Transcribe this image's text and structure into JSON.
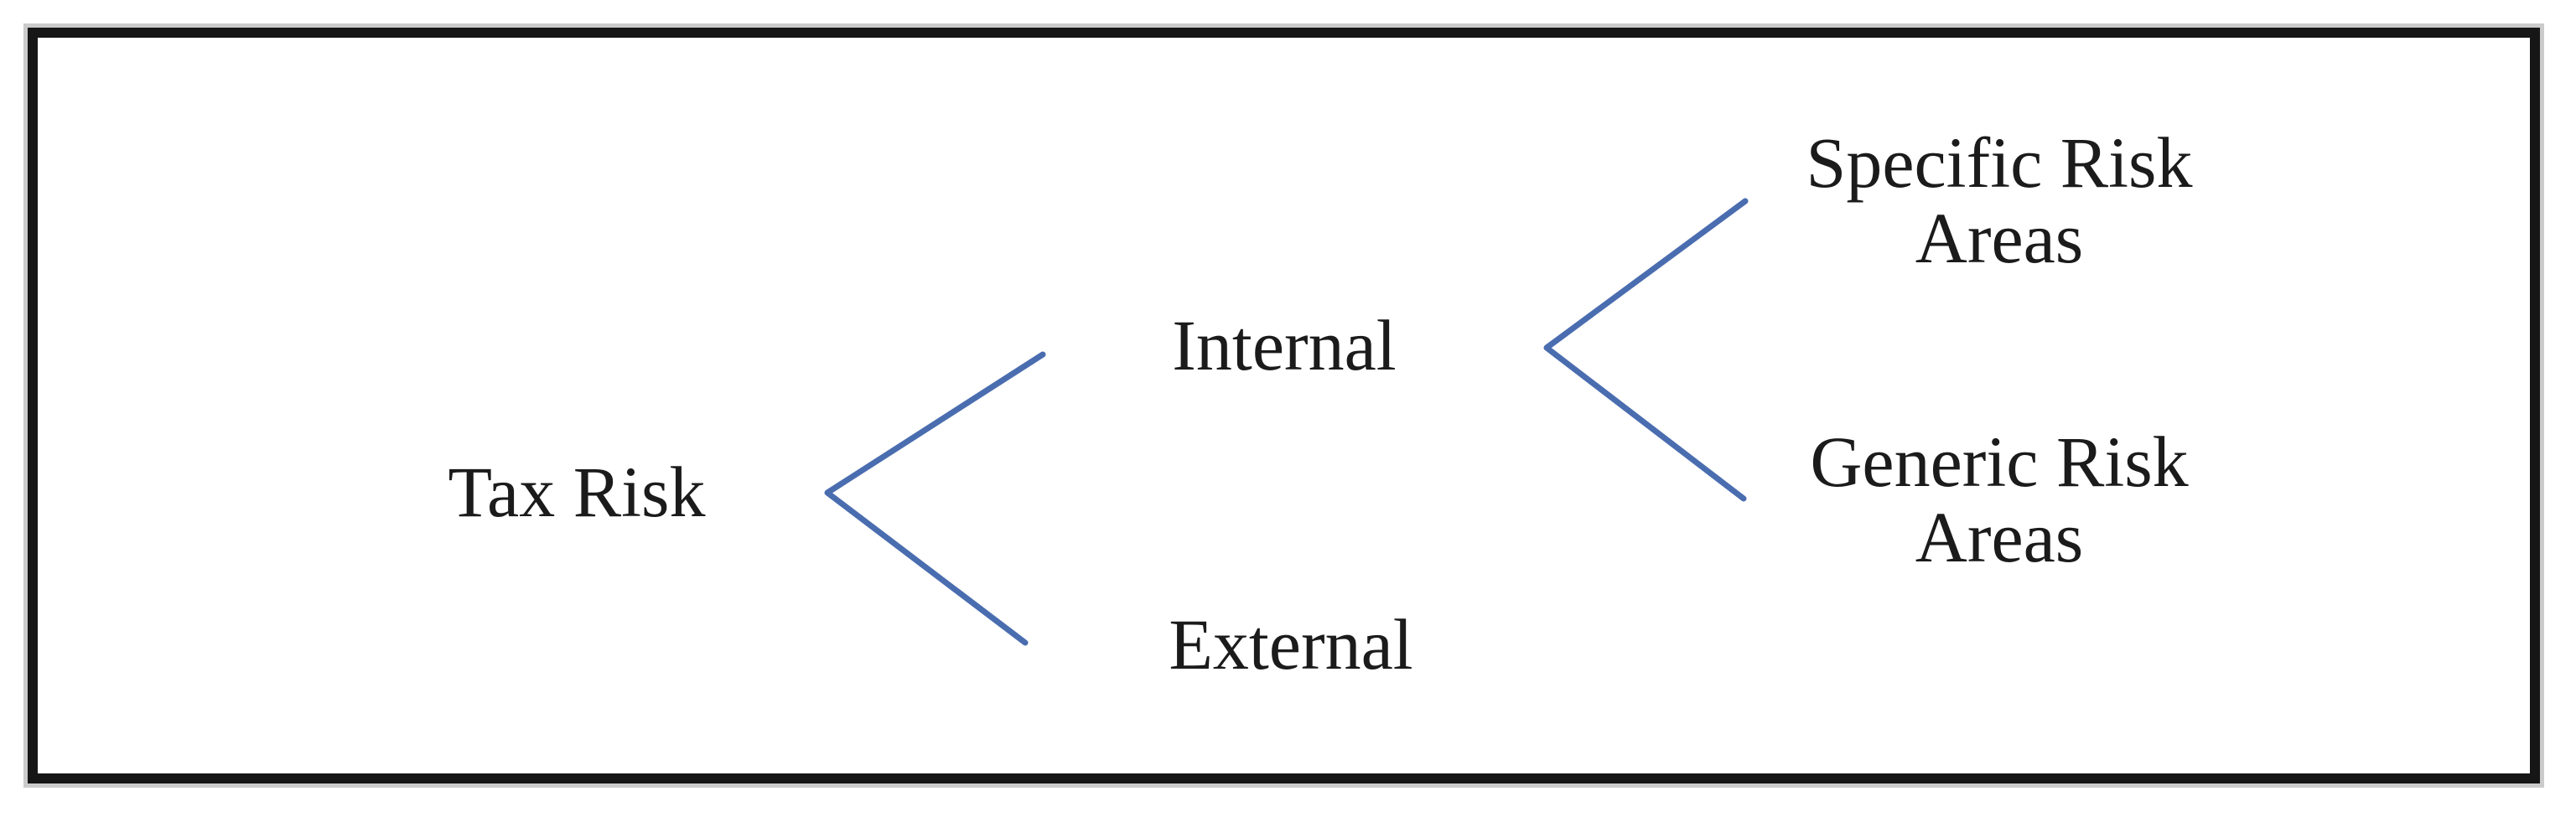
{
  "figure": {
    "background": "#ffffff",
    "border_color": "#161616",
    "connector_color": "#4a6db0",
    "text_color": "#1b1b1b",
    "nodes": {
      "root": "Tax Risk",
      "internal": "Internal",
      "external": "External",
      "specific": "Specific Risk Areas",
      "generic": "Generic Risk Areas"
    },
    "hierarchy": {
      "Tax Risk": {
        "Internal": [
          "Specific Risk Areas",
          "Generic Risk Areas"
        ],
        "External": []
      }
    }
  }
}
